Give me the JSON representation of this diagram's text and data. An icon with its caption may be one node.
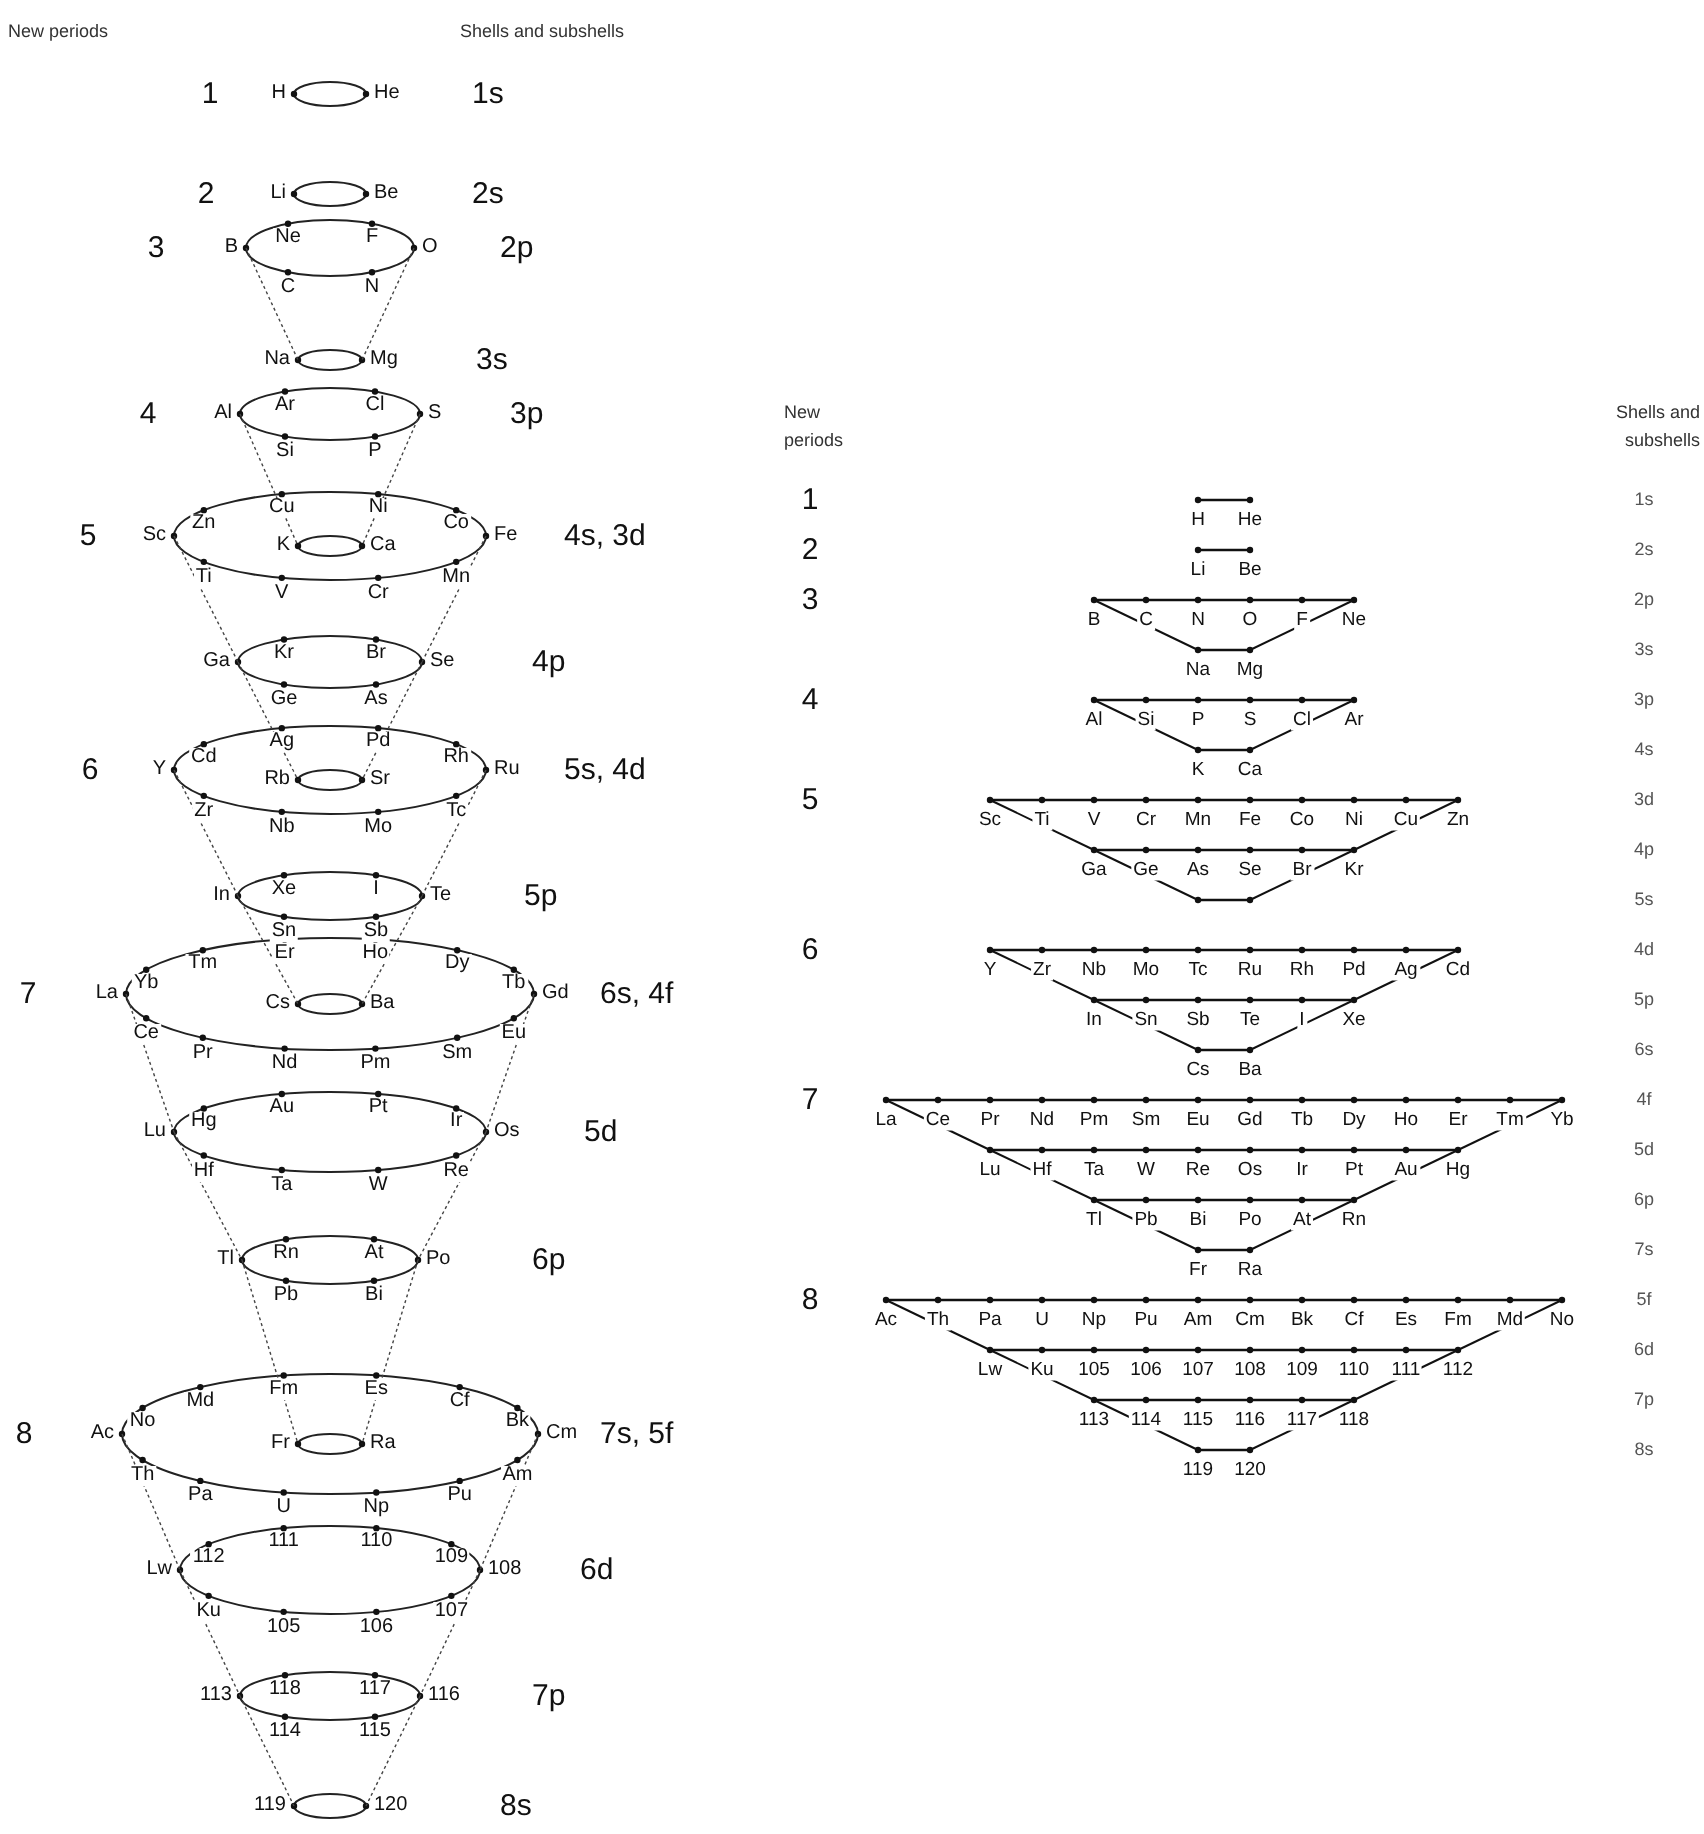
{
  "diagram": {
    "labels": [
      "New periods",
      "Shells and subshells",
      "1",
      "H",
      "He",
      "1s",
      "2",
      "Li",
      "Be",
      "2s",
      "3",
      "B",
      "C",
      "N",
      "O",
      "Ne",
      "F",
      "2p",
      "Na",
      "Mg",
      "3s",
      "4",
      "Al",
      "Si",
      "P",
      "S",
      "Ar",
      "Cl",
      "3p",
      "5",
      "K",
      "Ca",
      "Sc",
      "Ti",
      "V",
      "Cr",
      "Mn",
      "Fe",
      "Zn",
      "Cu",
      "Ni",
      "Co",
      "4s, 3d",
      "Ga",
      "Ge",
      "As",
      "Se",
      "Kr",
      "Br",
      "4p",
      "6",
      "Rb",
      "Sr",
      "Y",
      "Zr",
      "Nb",
      "Mo",
      "Tc",
      "Ru",
      "Cd",
      "Ag",
      "Pd",
      "Rh",
      "5s, 4d",
      "In",
      "Sn",
      "Sb",
      "Te",
      "Xe",
      "I",
      "5p",
      "7",
      "Cs",
      "Ba",
      "La",
      "Ce",
      "Pr",
      "Nd",
      "Pm",
      "Sm",
      "Eu",
      "Gd",
      "Yb",
      "Tm",
      "Er",
      "Ho",
      "Dy",
      "Tb",
      "6s, 4f",
      "Lu",
      "Hf",
      "Ta",
      "W",
      "Re",
      "Os",
      "Hg",
      "Au",
      "Pt",
      "Ir",
      "5d",
      "Tl",
      "Pb",
      "Bi",
      "Po",
      "Rn",
      "At",
      "6p",
      "8",
      "Fr",
      "Ra",
      "Ac",
      "Th",
      "Pa",
      "U",
      "Np",
      "Pu",
      "Am",
      "Cm",
      "No",
      "Md",
      "Fm",
      "Es",
      "Cf",
      "Bk",
      "7s, 5f",
      "Lw",
      "Ku",
      "105",
      "106",
      "107",
      "108",
      "112",
      "111",
      "110",
      "109",
      "6d",
      "113",
      "114",
      "115",
      "116",
      "118",
      "117",
      "7p",
      "119",
      "120",
      "8s",
      "New periods",
      "Shells and subshells",
      "1",
      "H",
      "He",
      "1s",
      "2",
      "Li",
      "Be",
      "2s",
      "3",
      "B",
      "C",
      "N",
      "O",
      "F",
      "Ne",
      "2p",
      "Na",
      "Mg",
      "3s",
      "4",
      "Al",
      "Si",
      "P",
      "S",
      "Cl",
      "Ar",
      "3p",
      "K",
      "Ca",
      "4s",
      "5",
      "Sc",
      "Ti",
      "V",
      "Cr",
      "Mn",
      "Fe",
      "Co",
      "Ni",
      "Cu",
      "Zn",
      "3d",
      "Ga",
      "Ge",
      "As",
      "Se",
      "Br",
      "Kr",
      "4p",
      "5s",
      "6",
      "Y",
      "Zr",
      "Nb",
      "Mo",
      "Tc",
      "Ru",
      "Rh",
      "Pd",
      "Ag",
      "Cd",
      "4d",
      "In",
      "Sn",
      "Sb",
      "Te",
      "I",
      "Xe",
      "5p",
      "Cs",
      "Ba",
      "6s",
      "7",
      "La",
      "Ce",
      "Pr",
      "Nd",
      "Pm",
      "Sm",
      "Eu",
      "Gd",
      "Tb",
      "Dy",
      "Ho",
      "Er",
      "Tm",
      "Yb",
      "4f",
      "Lu",
      "Hf",
      "Ta",
      "W",
      "Re",
      "Os",
      "Ir",
      "Pt",
      "Au",
      "Hg",
      "5d",
      "Tl",
      "Pb",
      "Bi",
      "Po",
      "At",
      "Rn",
      "6p",
      "Fr",
      "Ra",
      "7s",
      "8",
      "Ac",
      "Th",
      "Pa",
      "U",
      "Np",
      "Pu",
      "Am",
      "Cm",
      "Bk",
      "Cf",
      "Es",
      "Fm",
      "Md",
      "No",
      "5f",
      "Lw",
      "Ku",
      "105",
      "106",
      "107",
      "108",
      "109",
      "110",
      "111",
      "112",
      "6d",
      "113",
      "114",
      "115",
      "116",
      "117",
      "118",
      "7p",
      "119",
      "120",
      "8s"
    ]
  }
}
